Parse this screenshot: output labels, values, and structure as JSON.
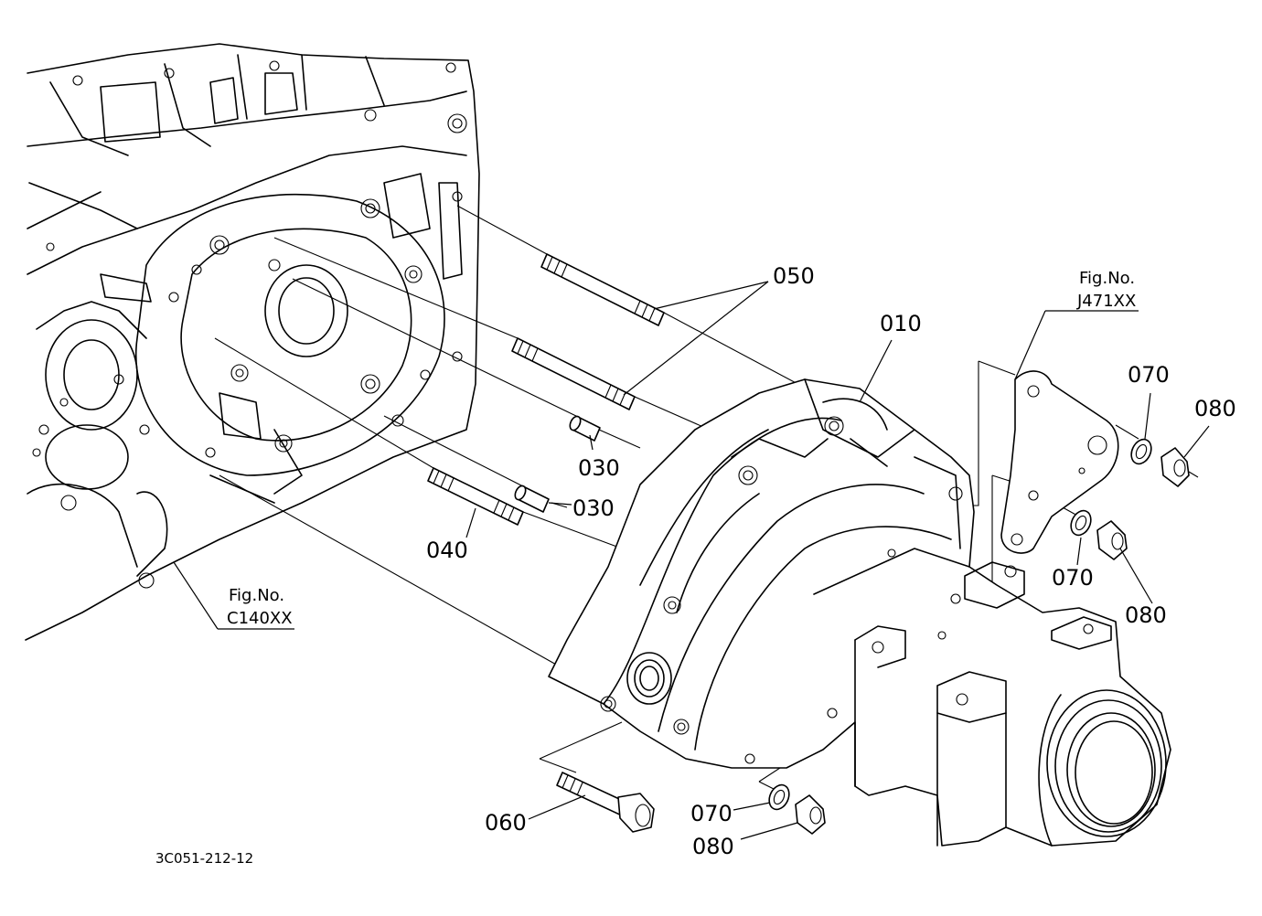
{
  "labels": {
    "p010": "010",
    "p030a": "030",
    "p030b": "030",
    "p040": "040",
    "p050": "050",
    "p060": "060",
    "p070a": "070",
    "p070b": "070",
    "p070c": "070",
    "p080a": "080",
    "p080b": "080",
    "p080c": "080"
  },
  "refs": {
    "left": {
      "title": "Fig.No.",
      "code": "C140XX"
    },
    "right": {
      "title": "Fig.No.",
      "code": "J471XX"
    }
  },
  "drawing_code": "3C051-212-12"
}
